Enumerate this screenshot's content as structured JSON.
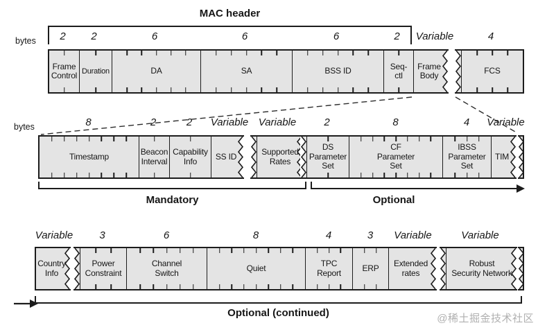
{
  "labels": {
    "mac_header": "MAC header",
    "bytes_row1": "bytes",
    "bytes_row2": "bytes",
    "mandatory": "Mandatory",
    "optional": "Optional",
    "optional_continued": "Optional (continued)"
  },
  "row1": {
    "fields": [
      {
        "label": "Frame\nControl",
        "size": "2",
        "bytes": 2
      },
      {
        "label": "Duration",
        "size": "2",
        "bytes": 2
      },
      {
        "label": "DA",
        "size": "6",
        "bytes": 6
      },
      {
        "label": "SA",
        "size": "6",
        "bytes": 6
      },
      {
        "label": "BSS ID",
        "size": "6",
        "bytes": 6
      },
      {
        "label": "Seq-\nctl",
        "size": "2",
        "bytes": 2
      },
      {
        "label": "Frame\nBody",
        "size": "Variable",
        "bytes": 0
      },
      {
        "label": "FCS",
        "size": "4",
        "bytes": 4
      }
    ]
  },
  "row2": {
    "fields": [
      {
        "label": "Timestamp",
        "size": "8",
        "bytes": 8
      },
      {
        "label": "Beacon\nInterval",
        "size": "2",
        "bytes": 2
      },
      {
        "label": "Capability\nInfo",
        "size": "2",
        "bytes": 2
      },
      {
        "label": "SS ID",
        "size": "Variable",
        "bytes": 0
      },
      {
        "label": "Supported\nRates",
        "size": "Variable",
        "bytes": 0
      },
      {
        "label": "DS\nParameter\nSet",
        "size": "2",
        "bytes": 2
      },
      {
        "label": "CF\nParameter\nSet",
        "size": "8",
        "bytes": 8
      },
      {
        "label": "IBSS\nParameter\nSet",
        "size": "4",
        "bytes": 4
      },
      {
        "label": "TIM",
        "size": "Variable",
        "bytes": 0
      }
    ]
  },
  "row3": {
    "fields": [
      {
        "label": "Country\nInfo",
        "size": "Variable",
        "bytes": 0
      },
      {
        "label": "Power\nConstraint",
        "size": "3",
        "bytes": 3
      },
      {
        "label": "Channel\nSwitch",
        "size": "6",
        "bytes": 6
      },
      {
        "label": "Quiet",
        "size": "8",
        "bytes": 8
      },
      {
        "label": "TPC\nReport",
        "size": "4",
        "bytes": 4
      },
      {
        "label": "ERP",
        "size": "3",
        "bytes": 3
      },
      {
        "label": "Extended\nrates",
        "size": "Variable",
        "bytes": 0
      },
      {
        "label": "Robust\nSecurity Network",
        "size": "Variable",
        "bytes": 0
      }
    ]
  },
  "watermark": "@稀土掘金技术社区",
  "colors": {
    "box_fill": "#e4e4e4",
    "line": "#1c1c1c",
    "watermark": "#b0b0b0",
    "background": "#ffffff"
  }
}
